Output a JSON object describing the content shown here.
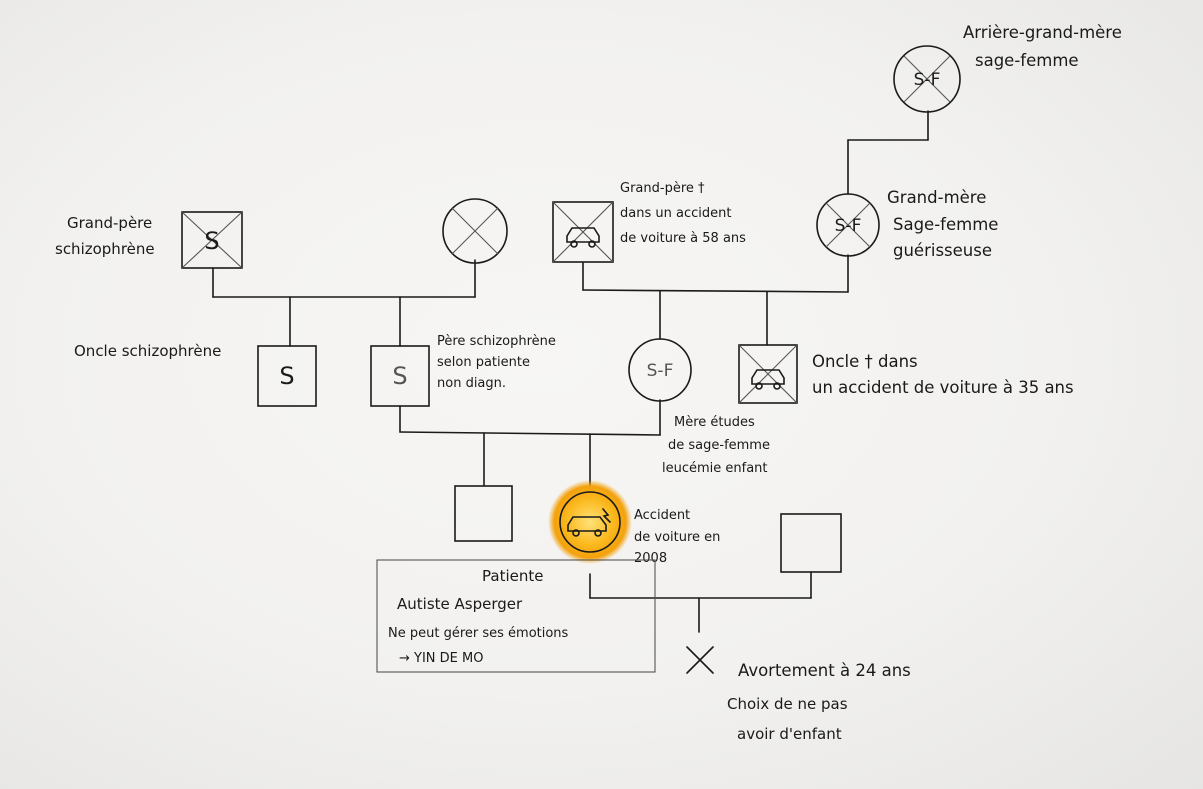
{
  "symbols": {
    "grandfather_paternal": "S",
    "uncle_paternal": "S",
    "father": "S",
    "mother": "S-F",
    "grandmother_maternal": "S-F",
    "great_grandmother": "S-F"
  },
  "labels": {
    "great_grandmother": [
      "Arrière-grand-mère",
      "sage-femme"
    ],
    "grandfather_paternal": [
      "Grand-père",
      "schizophrène"
    ],
    "grandfather_maternal": [
      "Grand-père †",
      "dans un accident",
      "de voiture à 58 ans"
    ],
    "grandmother_maternal": [
      "Grand-mère",
      "Sage-femme",
      "guérisseuse"
    ],
    "uncle_paternal": [
      "Oncle schizophrène"
    ],
    "father": [
      "Père schizophrène",
      "selon patiente",
      "non diagn."
    ],
    "uncle_maternal": [
      "Oncle † dans",
      "un accident de voiture à 35 ans"
    ],
    "mother": [
      "Mère études",
      "de sage-femme",
      "leucémie enfant"
    ],
    "patient_accident": [
      "Accident",
      "de voiture en",
      "2008"
    ],
    "patient": [
      "Patiente",
      "Autiste Asperger",
      "Ne peut gérer ses émotions",
      "→ YIN DE MO"
    ],
    "abortion": [
      "Avortement à 24 ans",
      "Choix de ne pas",
      "avoir d'enfant"
    ]
  }
}
